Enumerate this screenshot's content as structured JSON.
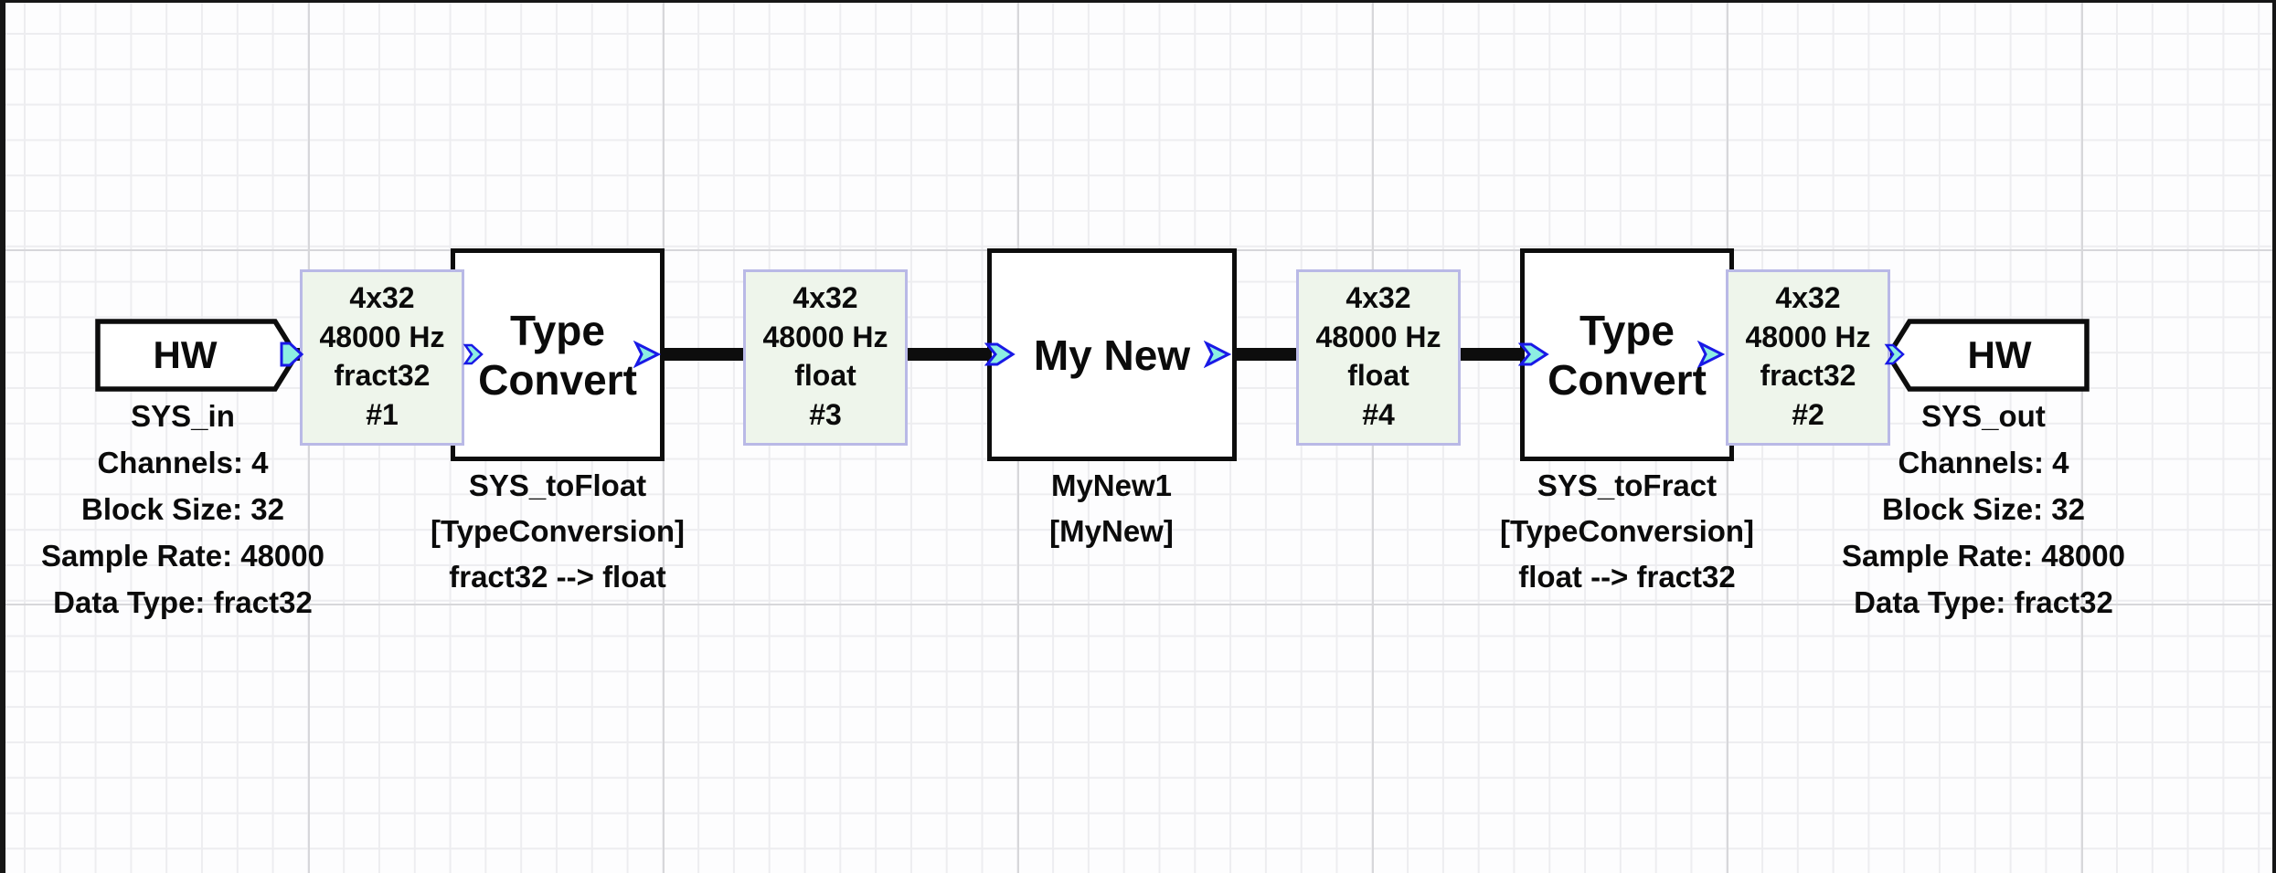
{
  "diagram": {
    "blocks": [
      {
        "id": "hw-input",
        "title": "HW",
        "labels": [
          "SYS_in",
          "Channels: 4",
          "Block Size: 32",
          "Sample Rate: 48000",
          "Data Type: fract32"
        ]
      },
      {
        "id": "type-convert-1",
        "title": "Type Convert",
        "labels": [
          "SYS_toFloat",
          "[TypeConversion]",
          "fract32 --> float"
        ]
      },
      {
        "id": "my-new",
        "title": "My New",
        "labels": [
          "MyNew1",
          "[MyNew]"
        ]
      },
      {
        "id": "type-convert-2",
        "title": "Type Convert",
        "labels": [
          "SYS_toFract",
          "[TypeConversion]",
          "float --> fract32"
        ]
      },
      {
        "id": "hw-output",
        "title": "HW",
        "labels": [
          "SYS_out",
          "Channels: 4",
          "Block Size: 32",
          "Sample Rate: 48000",
          "Data Type: fract32"
        ]
      }
    ],
    "annotations": [
      {
        "id": "1",
        "lines": [
          "4x32",
          "48000 Hz",
          "fract32",
          "#1"
        ]
      },
      {
        "id": "3",
        "lines": [
          "4x32",
          "48000 Hz",
          "float",
          "#3"
        ]
      },
      {
        "id": "4",
        "lines": [
          "4x32",
          "48000 Hz",
          "float",
          "#4"
        ]
      },
      {
        "id": "2",
        "lines": [
          "4x32",
          "48000 Hz",
          "fract32",
          "#2"
        ]
      }
    ],
    "ports": {
      "input_icon": "right-arrow-chevron",
      "output_icon": "right-triangle"
    }
  },
  "colors": {
    "wire": "#0d0d0d",
    "block_border": "#0d0d0d",
    "block_fill": "#ffffff",
    "annotation_fill": "#eef5eb",
    "annotation_border": "#b9b9e6",
    "port_fill": "#8ceee2",
    "port_stroke": "#1919e6",
    "grid_minor": "#ededf0",
    "grid_major": "#d7d7da",
    "canvas_bg": "#fdfdfe",
    "text": "#0b0b0b"
  }
}
